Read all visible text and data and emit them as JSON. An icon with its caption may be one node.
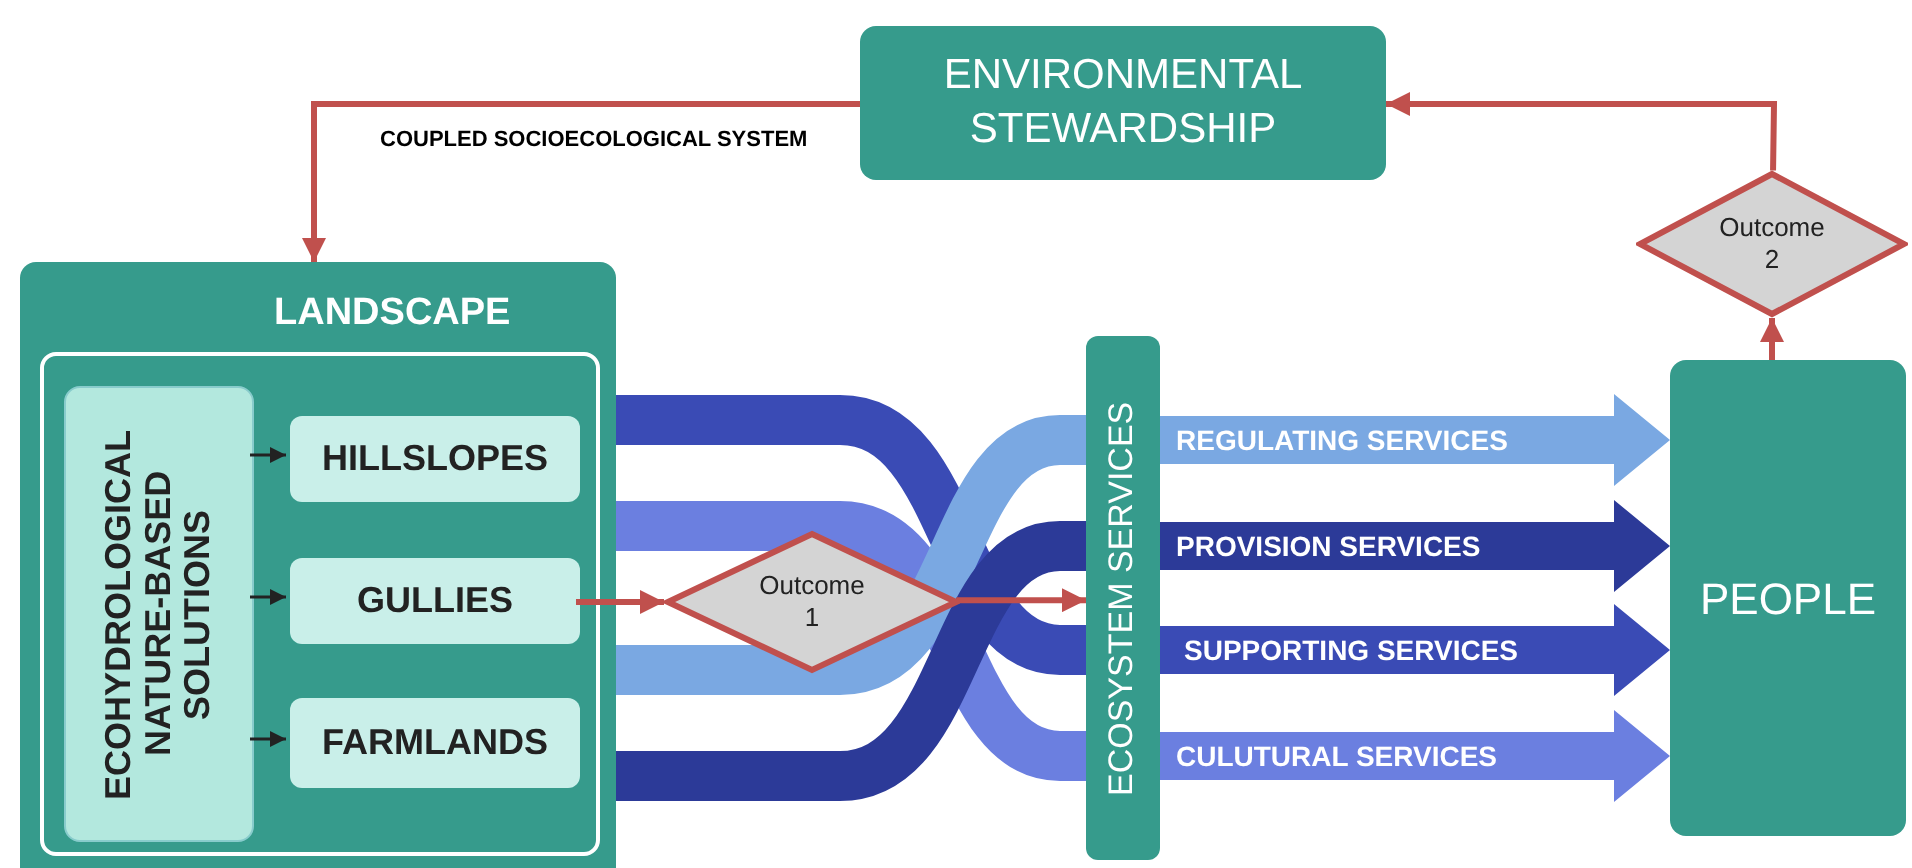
{
  "diagram": {
    "nodes": [
      {
        "text": [
          "ENVIRONMENTAL STEWARDSHIP"
        ]
      },
      {
        "text": [
          "LANDSCAPE"
        ]
      },
      {
        "text": [],
        "shape": "box",
        "in": 1
      },
      {
        "text": [
          "ECOHYDROLOGICAL NATURE-BASED SOLUTIONS"
        ],
        "in": 2
      },
      {
        "text": [
          "HILLSLOPES"
        ],
        "in": 2
      },
      {
        "text": [
          "GULLIES"
        ],
        "in": 2
      },
      {
        "text": [
          "FARMLANDS"
        ],
        "in": 2
      },
      {
        "text": [
          "Outcome 1"
        ]
      },
      {
        "text": [
          "ECOSYSTEM SERVICES"
        ]
      },
      {
        "text": [
          "PEOPLE"
        ]
      },
      {
        "text": [
          "Outcome 2"
        ]
      }
    ],
    "edges": [
      {
        "from": 0,
        "to": 1,
        "arrow": "to",
        "label": "COUPLED SOCIOECOLOGICAL SYSTEM"
      },
      {
        "from": 10,
        "to": 0,
        "arrow": "to"
      },
      {
        "from": 9,
        "to": 10,
        "arrow": "to"
      },
      {
        "from": 5,
        "to": 7,
        "arrow": "to"
      },
      {
        "from": 7,
        "to": 8,
        "arrow": "to"
      },
      {
        "from": 3,
        "to": 4,
        "arrow": "to",
        "color": "#222222"
      },
      {
        "from": 3,
        "to": 5,
        "arrow": "to",
        "color": "#222222"
      },
      {
        "from": 3,
        "to": 6,
        "arrow": "to",
        "color": "#222222"
      },
      {
        "from": 1,
        "to": 8,
        "arrow": "none",
        "style": "thick",
        "color": "#3a4bb5"
      },
      {
        "from": 1,
        "to": 8,
        "arrow": "none",
        "style": "thick",
        "color": "#6b7fe0"
      },
      {
        "from": 1,
        "to": 8,
        "arrow": "none",
        "style": "thick",
        "color": "#7aa8e2"
      },
      {
        "from": 1,
        "to": 8,
        "arrow": "none",
        "style": "thick",
        "color": "#2c3a98"
      },
      {
        "from": 8,
        "to": 9,
        "arrow": "to",
        "style": "thick",
        "color": "#7aa8e2",
        "label": "REGULATING SERVICES"
      },
      {
        "from": 8,
        "to": 9,
        "arrow": "to",
        "style": "thick",
        "color": "#2c3a98",
        "label": "PROVISION SERVICES"
      },
      {
        "from": 8,
        "to": 9,
        "arrow": "to",
        "style": "thick",
        "color": "#3a4bb5",
        "label": "SUPPORTING SERVICES"
      },
      {
        "from": 8,
        "to": 9,
        "arrow": "to",
        "style": "thick",
        "color": "#6b7fe0",
        "label": "CULUTURAL SERVICES"
      }
    ]
  }
}
